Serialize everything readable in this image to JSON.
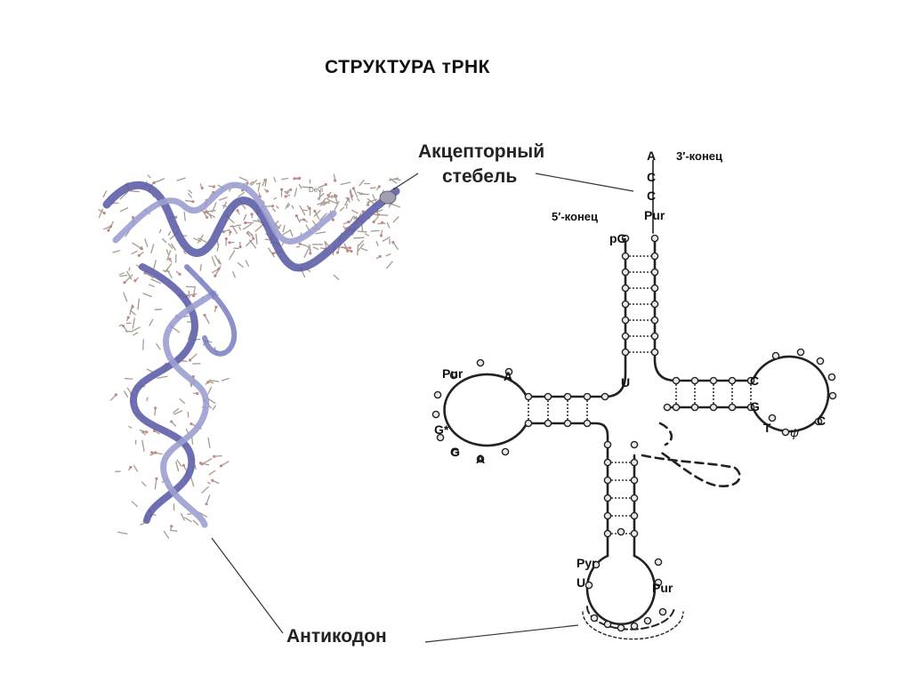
{
  "title": "СТРУКТУРА тРНК",
  "labels": {
    "acceptor_stem_line1": "Акцепторный",
    "acceptor_stem_line2": "стебель",
    "anticodon": "Антикодон",
    "three_prime_end": "3′-конец",
    "five_prime_end": "5′-конец"
  },
  "bases": {
    "acceptor_A": "A",
    "acceptor_C1": "C",
    "acceptor_C2": "C",
    "acceptor_pur": "Pur",
    "five_pG": "pG",
    "junction_U": "U",
    "d_loop_pur": "Pur",
    "d_loop_A_top": "A",
    "d_loop_G_star": "G*",
    "d_loop_G": "G",
    "d_loop_A_bottom": "A",
    "t_stem_C": "C",
    "t_stem_G": "G",
    "t_loop_T": "T",
    "t_loop_psi": "ψ",
    "t_loop_C": "C",
    "anticodon_pyr": "Pyr",
    "anticodon_U": "U",
    "anticodon_pur": "Pur"
  },
  "colors": {
    "ribbon": "#5e5fa8",
    "ribbon_light": "#9c9fd2",
    "backbone": "#222222"
  }
}
